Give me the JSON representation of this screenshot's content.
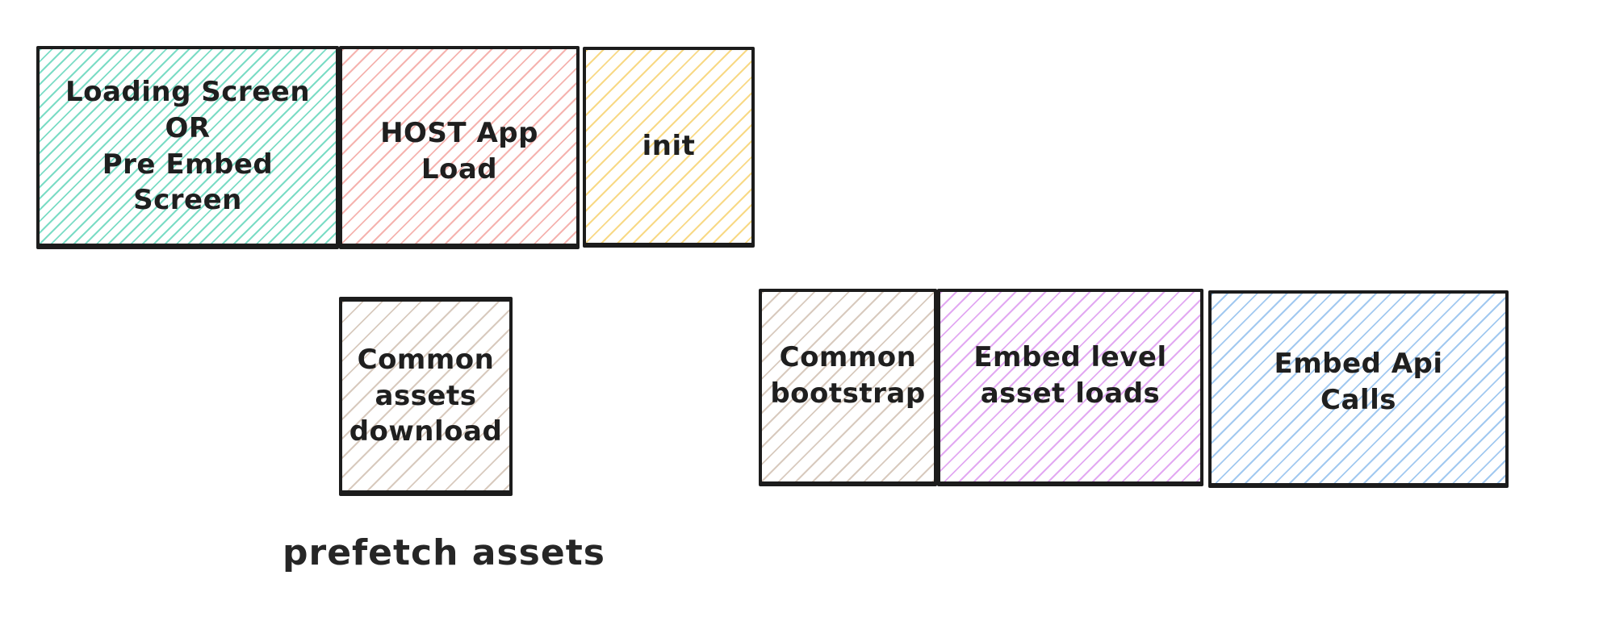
{
  "diagram": {
    "background_color": "#ffffff",
    "stroke_color": "#1c1c1c",
    "text_color": "#1f1f1f",
    "hatch_style": "diagonal-forward-slash",
    "boxes": [
      {
        "id": "loading-screen",
        "label": "Loading Screen\nOR\nPre Embed\nScreen",
        "hatch_color": "#7bdcc5"
      },
      {
        "id": "host-app-load",
        "label": "HOST App\nLoad",
        "hatch_color": "#f5b3af"
      },
      {
        "id": "init",
        "label": "init",
        "hatch_color": "#f8d985"
      },
      {
        "id": "common-assets-download",
        "label": "Common\nassets\ndownload",
        "hatch_color": "#d8cabe"
      },
      {
        "id": "common-bootstrap",
        "label": "Common\nbootstrap",
        "hatch_color": "#d8cabe"
      },
      {
        "id": "embed-level-asset-loads",
        "label": "Embed level\nasset loads",
        "hatch_color": "#e2a9f2"
      },
      {
        "id": "embed-api-calls",
        "label": "Embed Api\nCalls",
        "hatch_color": "#a2c9f0"
      }
    ],
    "caption": "prefetch assets"
  }
}
